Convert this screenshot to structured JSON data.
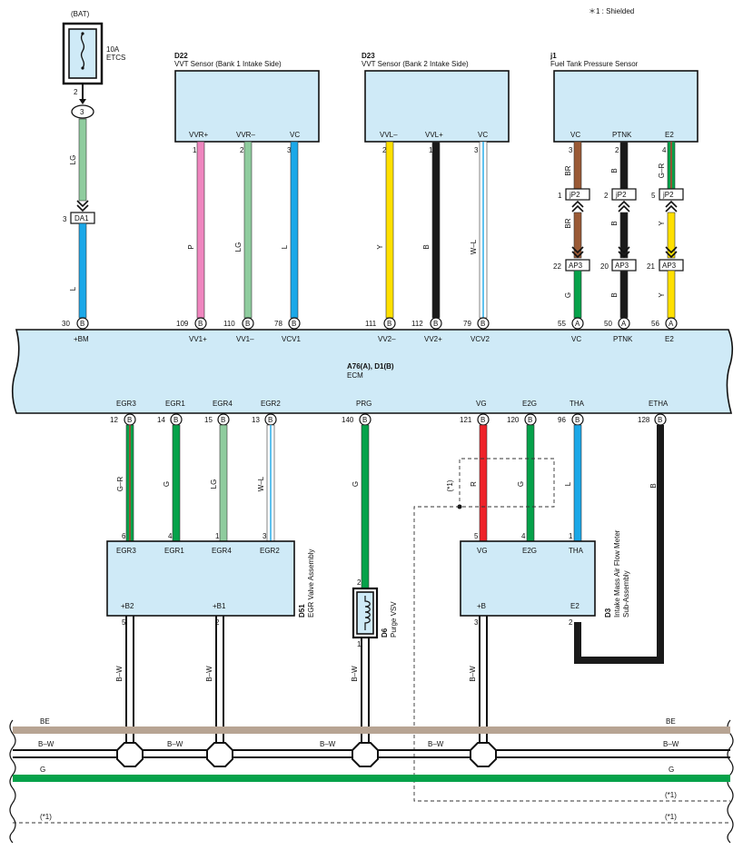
{
  "note": "＊1 : Shielded",
  "colors": {
    "box_fill": "#cfeaf7",
    "LG": "#8fcc9e",
    "L": "#1ba8e8",
    "P": "#ef86bf",
    "Y": "#ffe000",
    "B": "#1a1a1a",
    "BR": "#9a5a36",
    "G": "#06a24a",
    "R": "#ee2229",
    "BE": "#b7a493",
    "W": "#ffffff"
  },
  "fuse": {
    "source": "(BAT)",
    "rating": "10A",
    "name": "ETCS",
    "pin": "2",
    "junction": "3"
  },
  "connector_da1": {
    "label": "DA1",
    "pin": "3"
  },
  "d22": {
    "code": "D22",
    "name": "VVT Sensor (Bank 1 Intake Side)",
    "pins": [
      "VVR+",
      "VVR–",
      "VC"
    ]
  },
  "d23": {
    "code": "D23",
    "name": "VVT Sensor (Bank 2 Intake Side)",
    "pins": [
      "VVL–",
      "VVL+",
      "VC"
    ]
  },
  "j1": {
    "code": "j1",
    "name": "Fuel Tank Pressure Sensor",
    "pins": [
      "VC",
      "PTNK",
      "E2"
    ]
  },
  "ecm": {
    "code": "A76(A), D1(B)",
    "name": "ECM",
    "top_terminals": [
      "+BM",
      "VV1+",
      "VV1–",
      "VCV1",
      "VV2–",
      "VV2+",
      "VCV2",
      "VC",
      "PTNK",
      "E2"
    ],
    "top_pins": [
      "30",
      "109",
      "110",
      "78",
      "111",
      "112",
      "79",
      "55",
      "50",
      "56"
    ],
    "top_letters": [
      "B",
      "B",
      "B",
      "B",
      "B",
      "B",
      "B",
      "A",
      "A",
      "A"
    ],
    "bottom_terminals": [
      "EGR3",
      "EGR1",
      "EGR4",
      "EGR2",
      "PRG",
      "VG",
      "E2G",
      "THA",
      "ETHA"
    ],
    "bottom_pins": [
      "12",
      "14",
      "15",
      "13",
      "140",
      "121",
      "120",
      "96",
      "128"
    ],
    "bottom_letters": [
      "B",
      "B",
      "B",
      "B",
      "B",
      "B",
      "B",
      "B",
      "B"
    ]
  },
  "wires_top": [
    "LG",
    "L",
    "P",
    "LG",
    "L",
    "Y",
    "B",
    "W–L",
    "BR",
    "BR",
    "G",
    "B",
    "B",
    "B",
    "G–R",
    "Y",
    "Y"
  ],
  "sensor_pins": [
    "1",
    "2",
    "3",
    "2",
    "1",
    "3",
    "3",
    "2",
    "4"
  ],
  "jp2": {
    "label": "jP2",
    "pins": [
      "1",
      "2",
      "5"
    ]
  },
  "ap3": {
    "label": "AP3",
    "pins": [
      "22",
      "20",
      "21"
    ]
  },
  "d51": {
    "code": "D51",
    "name": "EGR Valve Assembly",
    "pins_top": [
      "EGR3",
      "EGR1",
      "EGR4",
      "EGR2"
    ],
    "pin_numbers_top": [
      "6",
      "4",
      "1",
      "3"
    ],
    "pins_bottom": [
      "+B2",
      "+B1"
    ],
    "pin_numbers_bottom": [
      "5",
      "2"
    ]
  },
  "d6": {
    "code": "D6",
    "name": "Purge VSV",
    "pin_top": "2",
    "pin_bottom": "1"
  },
  "d3": {
    "code": "D3",
    "name_line1": "Intake Mass Air Flow Meter",
    "name_line2": "Sub-Assembly",
    "pins_top": [
      "VG",
      "E2G",
      "THA"
    ],
    "pin_numbers_top": [
      "5",
      "4",
      "1"
    ],
    "pins_bottom": [
      "+B",
      "E2"
    ],
    "pin_numbers_bottom": [
      "3",
      "2"
    ]
  },
  "wires_bottom": [
    "G–R",
    "G",
    "LG",
    "W–L",
    "G",
    "R",
    "G",
    "L",
    "B",
    "(*1)"
  ],
  "drop_wire_labels": [
    "B–W",
    "B–W",
    "B–W",
    "B–W"
  ],
  "bus": {
    "be": "BE",
    "bw": "B–W",
    "g": "G",
    "shield": "(*1)"
  }
}
